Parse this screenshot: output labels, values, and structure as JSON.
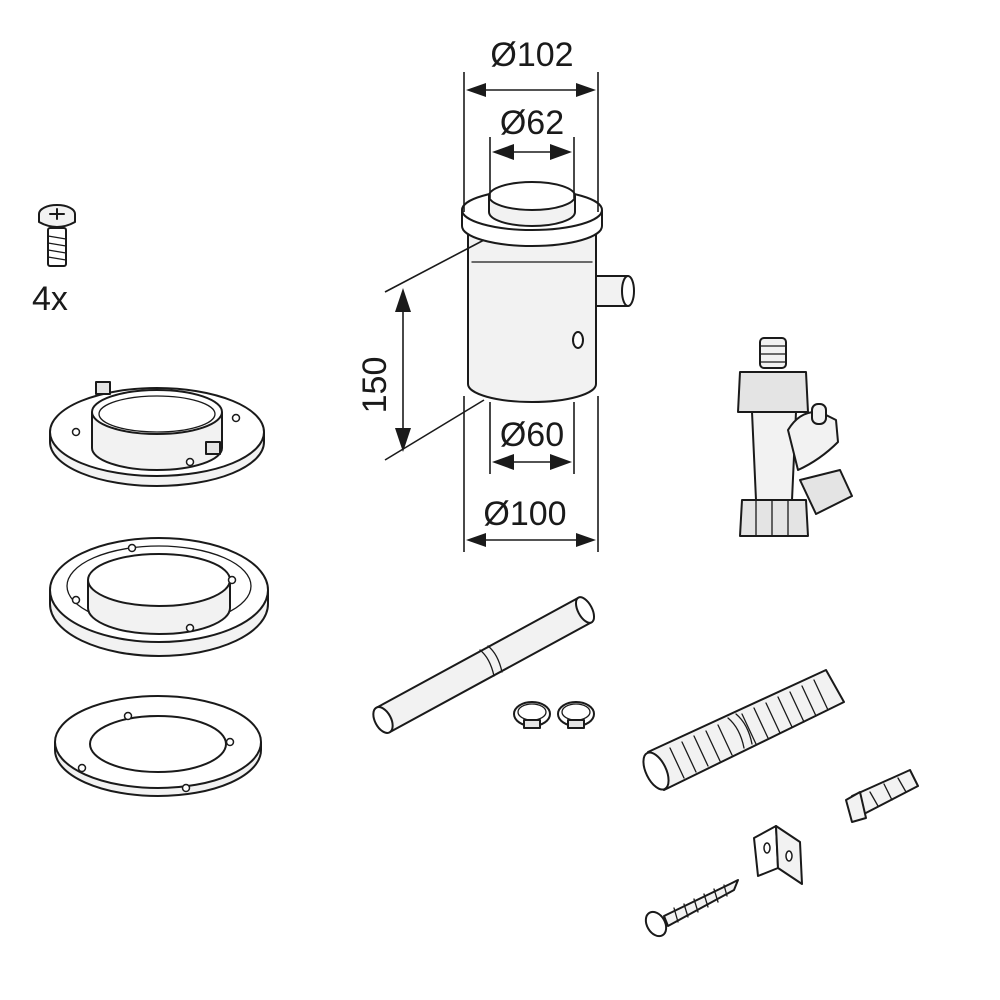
{
  "screw_quantity": "4x",
  "dimensions": {
    "outer_top": "Ø102",
    "inner_top": "Ø62",
    "height": "150",
    "inner_bottom": "Ø60",
    "outer_bottom": "Ø100"
  },
  "icons": {
    "screw": "pan-head-screw-icon",
    "clamp_flange": "clamp-flange-icon",
    "stepped_flange": "stepped-flange-icon",
    "flat_rosette": "flat-rosette-icon",
    "adapter": "concentric-adapter-icon",
    "siphon": "condensate-siphon-icon",
    "pipe": "drain-pipe-icon",
    "hose_clamps": "hose-clamp-icon",
    "corrugated_hose": "corrugated-hose-icon",
    "wall_plug": "wall-plug-icon",
    "bracket": "mounting-bracket-icon",
    "wood_screw": "wood-screw-icon"
  }
}
